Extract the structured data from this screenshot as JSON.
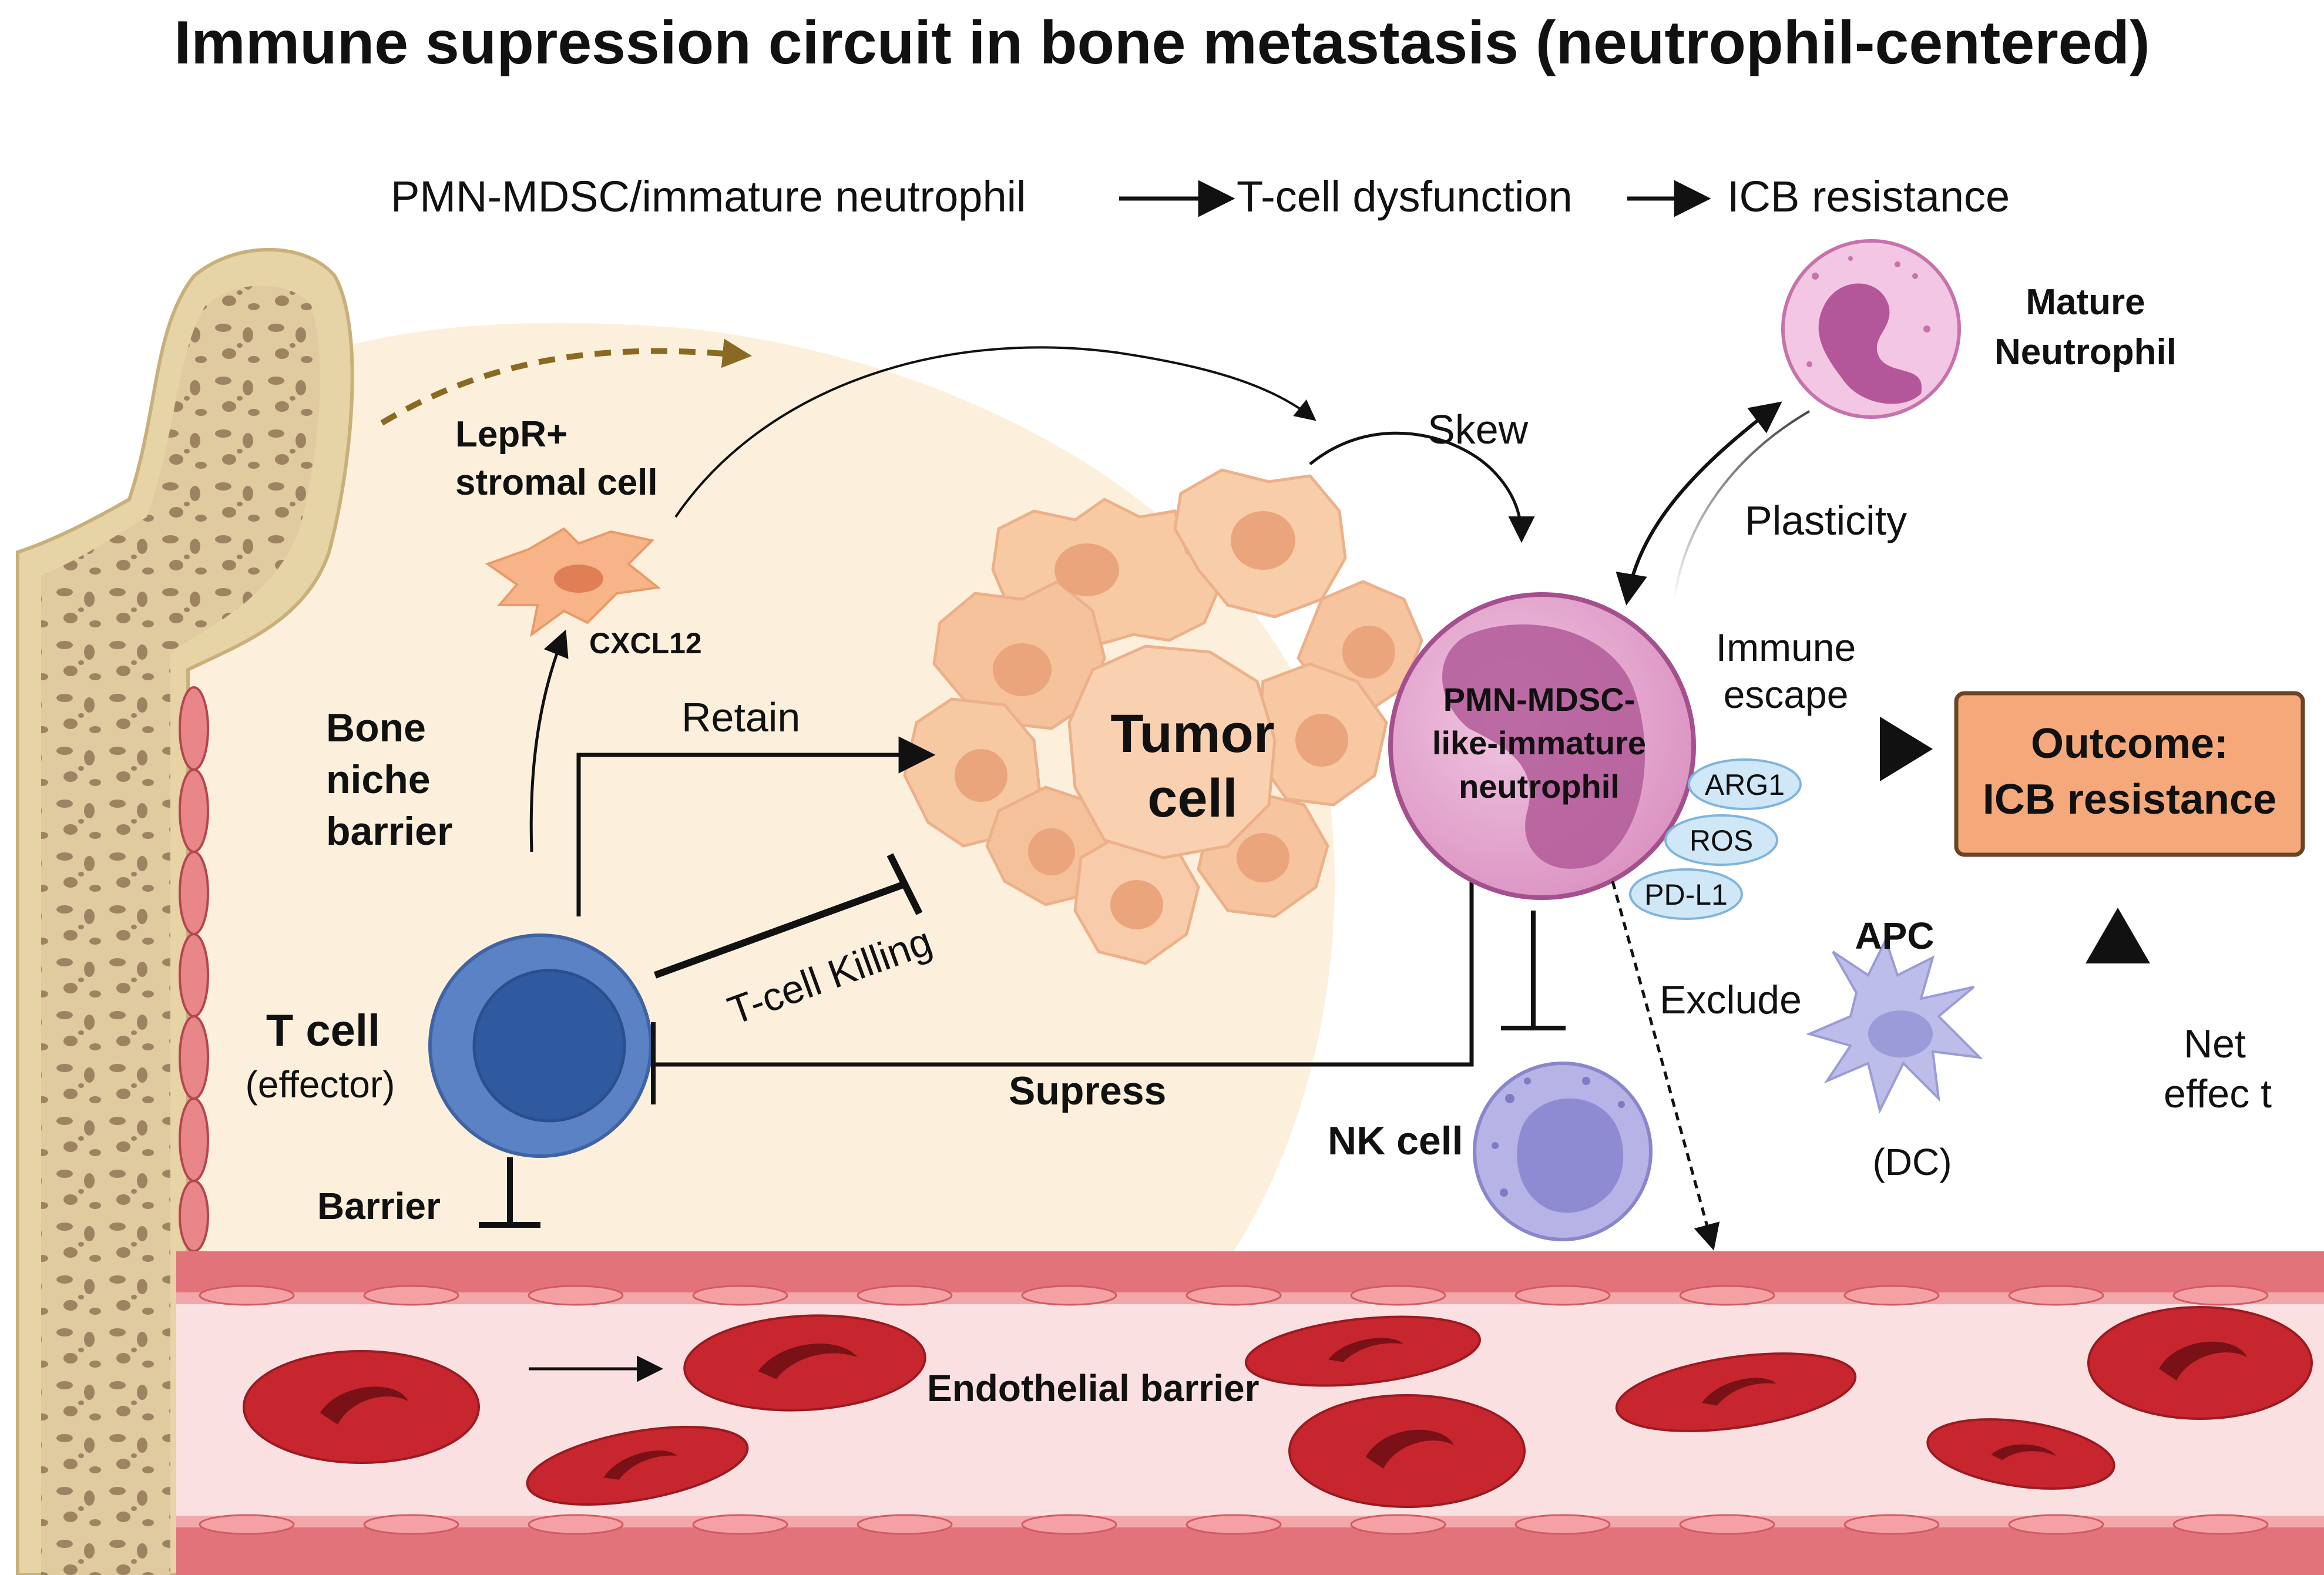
{
  "title": "Immune supression circuit in bone metastasis (neutrophil-centered)",
  "pathway": {
    "step1": "PMN-MDSC/immature neutrophil",
    "step2": "T-cell dysfunction",
    "step3": "ICB resistance"
  },
  "labels": {
    "lepr_line1": "LepR+",
    "lepr_line2": "stromal cell",
    "cxcl12": "CXCL12",
    "bone_line1": "Bone",
    "bone_line2": "niche",
    "bone_line3": "barrier",
    "tcell": "T cell",
    "tcell_sub": "(effector)",
    "barrier": "Barrier",
    "retain": "Retain",
    "tcell_killing": "T-cell Killing",
    "tumor_line1": "Tumor",
    "tumor_line2": "cell",
    "skew": "Skew",
    "pmn_line1": "PMN-MDSC-",
    "pmn_line2": "like-immature",
    "pmn_line3": "neutrophil",
    "mature_line1": "Mature",
    "mature_line2": "Neutrophil",
    "plasticity": "Plasticity",
    "immune_escape_line1": "Immune",
    "immune_escape_line2": "escape",
    "arg1": "ARG1",
    "ros": "ROS",
    "pdl1": "PD-L1",
    "outcome_line1": "Outcome:",
    "outcome_line2": "ICB resistance",
    "supress": "Supress",
    "exclude": "Exclude",
    "apc": "APC",
    "dc": "(DC)",
    "nk": "NK cell",
    "net_line1": "Net",
    "net_line2": "effec t",
    "endothelial": "Endothelial barrier"
  },
  "colors": {
    "bone": "#e6d3a6",
    "bone_spots": "#9a7f5e",
    "niche_bg": "#fcf0dc",
    "tumor": "#f7caa4",
    "tumor_nucleus": "#eaa57c",
    "tcell": "#4a72b8",
    "pmn": "#e6a9d0",
    "pmn_nucleus": "#b25b99",
    "mature": "#ecb7db",
    "nk": "#b6b4e6",
    "apc": "#bcbde8",
    "outcome_fill": "#f5a97b",
    "outcome_stroke": "#6b4426",
    "vessel_wall": "#e3737a",
    "vessel_lumen": "#fbe0e1",
    "rbc": "#c8262e",
    "marker_fill": "#cfe7f7",
    "marker_stroke": "#7fb5dd"
  },
  "icons": {
    "bone": "bone-icon",
    "stromal": "stromal-cell-icon",
    "tumor": "tumor-cell-icon",
    "tcell": "t-cell-icon",
    "pmn": "pmn-mdsc-icon",
    "mature": "mature-neutrophil-icon",
    "nk": "nk-cell-icon",
    "apc": "dendritic-cell-icon",
    "rbc": "red-blood-cell-icon"
  }
}
